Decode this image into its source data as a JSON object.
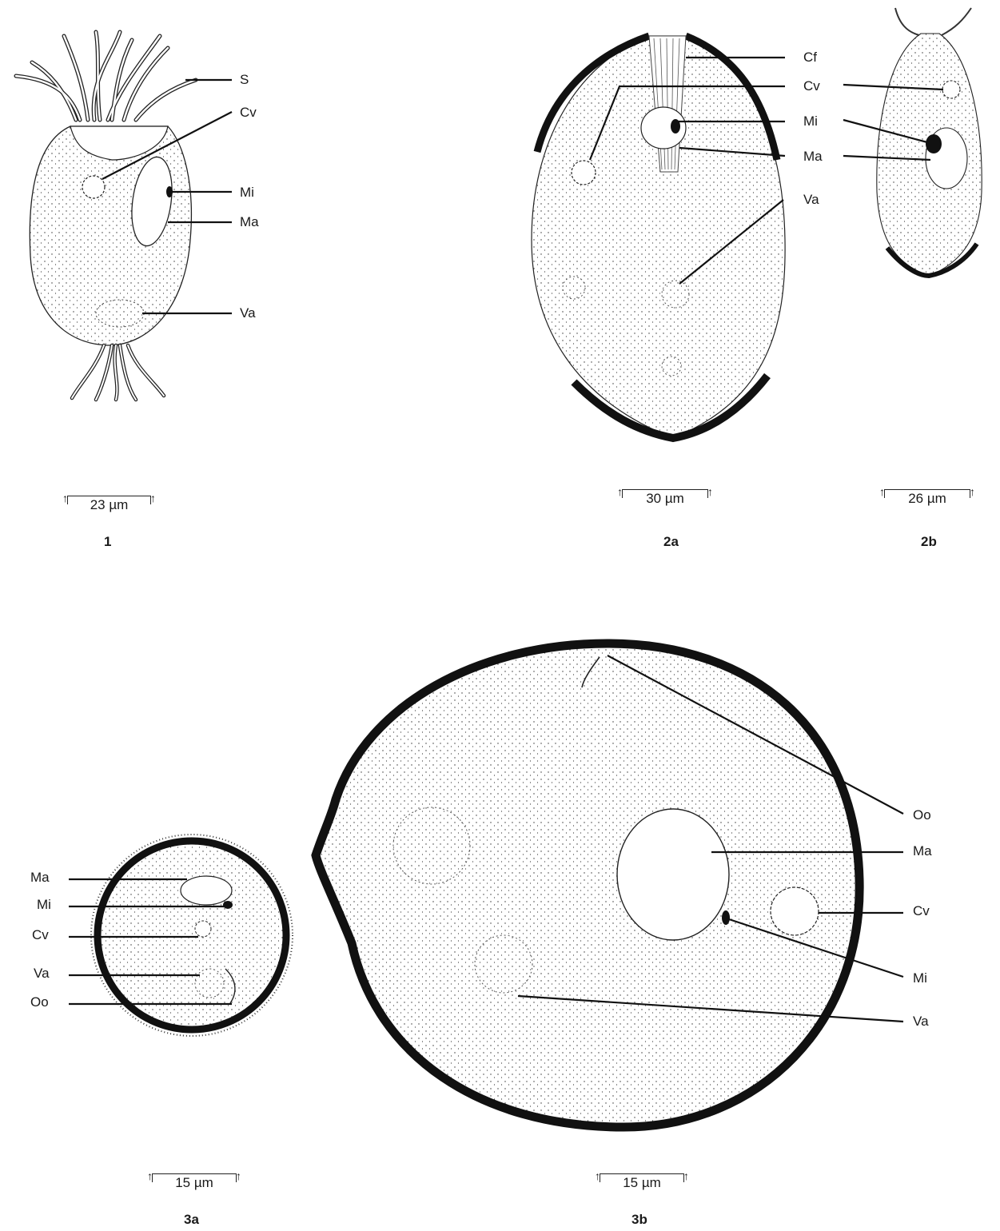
{
  "figures": [
    {
      "id": "1",
      "label": "1",
      "scale": "23 µm",
      "parts": [
        "S",
        "Cv",
        "Mi",
        "Ma",
        "Va"
      ]
    },
    {
      "id": "2a",
      "label": "2a",
      "scale": "30 µm",
      "parts": [
        "Cf",
        "Cv",
        "Mi",
        "Ma",
        "Va"
      ]
    },
    {
      "id": "2b",
      "label": "2b",
      "scale": "26 µm"
    },
    {
      "id": "3a",
      "label": "3a",
      "scale": "15 µm",
      "parts": [
        "Ma",
        "Mi",
        "Cv",
        "Va",
        "Oo"
      ]
    },
    {
      "id": "3b",
      "label": "3b",
      "scale": "15 µm",
      "parts": [
        "Oo",
        "Ma",
        "Cv",
        "Mi",
        "Va"
      ]
    }
  ],
  "colors": {
    "ink": "#1a1a1a",
    "background": "#ffffff"
  }
}
